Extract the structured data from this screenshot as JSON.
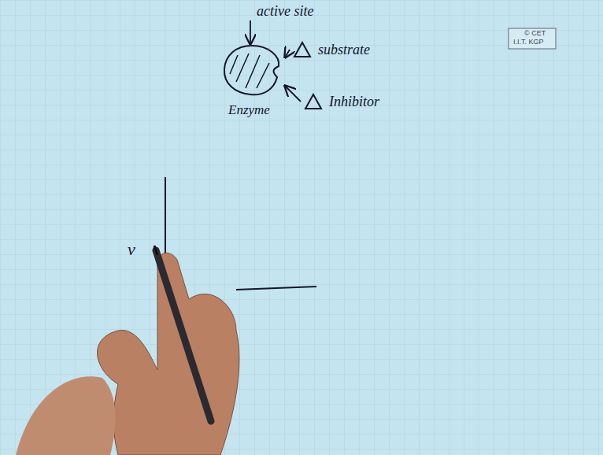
{
  "diagram": {
    "nodes": [
      {
        "text": [
          "Enzyme"
        ]
      },
      {
        "text": [
          "substrate"
        ]
      },
      {
        "text": [
          "Inhibitor"
        ]
      }
    ],
    "edges": [
      {
        "from": 1,
        "to": 0,
        "arrow": "to"
      },
      {
        "from": 2,
        "to": 0,
        "arrow": "to"
      }
    ],
    "labels": [
      "active site",
      "© CET",
      "I.I.T. KGP",
      "v"
    ]
  }
}
